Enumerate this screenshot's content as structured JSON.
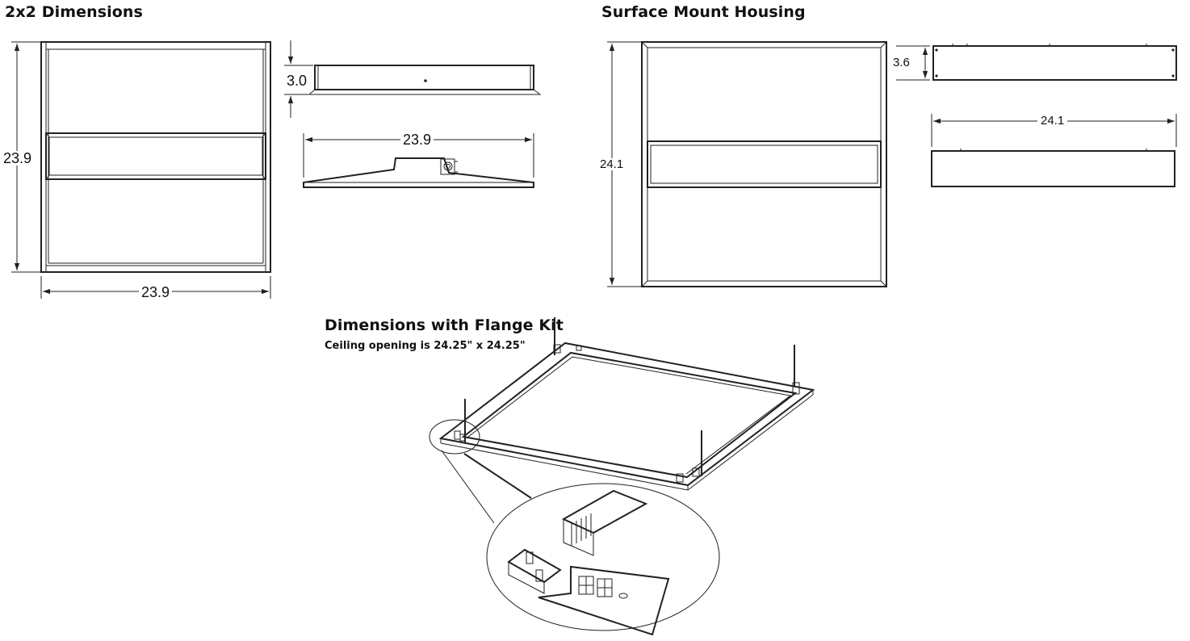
{
  "headings": {
    "dimensions_2x2": "2x2 Dimensions",
    "surface_mount": "Surface Mount Housing",
    "flange_kit": "Dimensions with Flange Kit",
    "ceiling_opening": "Ceiling opening is 24.25\" x 24.25\""
  },
  "dimensions_2x2": {
    "height": "23.9",
    "width": "23.9",
    "depth": "3.0",
    "side_width": "23.9"
  },
  "surface_mount": {
    "height": "24.1",
    "depth": "3.6",
    "width": "24.1"
  }
}
